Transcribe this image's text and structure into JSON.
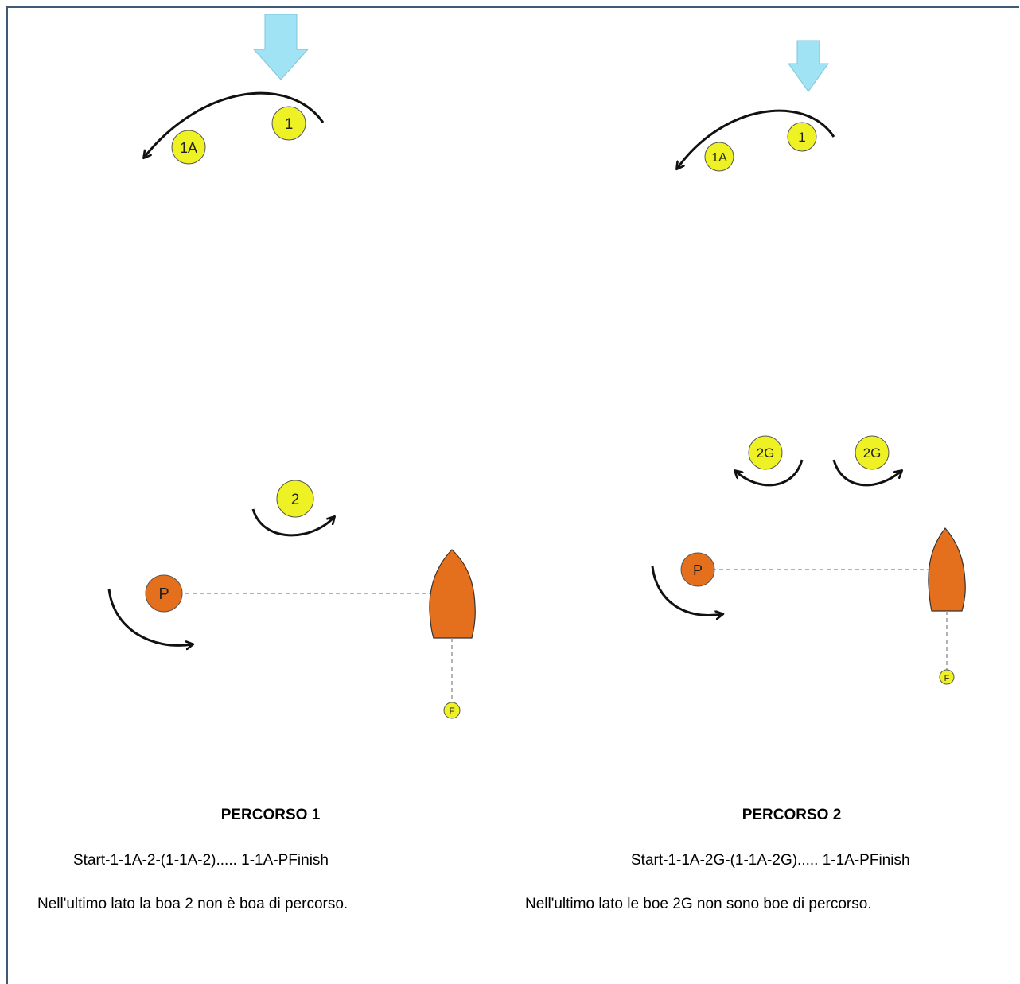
{
  "colors": {
    "wind_arrow": "#9fe3f4",
    "mark_yellow": "#eef224",
    "mark_orange": "#e4701d",
    "boat": "#e4701d",
    "frame_border": "#3f5a75",
    "dashed_line": "#9a9a9a"
  },
  "course1": {
    "title": "PERCORSO 1",
    "sequence": "Start-1-1A-2-(1-1A-2)..... 1-1A-PFinish",
    "note": "Nell'ultimo lato la boa 2 non è boa di percorso.",
    "marks": {
      "m1": "1",
      "m1a": "1A",
      "m2": "2",
      "pin": "P",
      "finish": "F"
    }
  },
  "course2": {
    "title": "PERCORSO 2",
    "sequence": "Start-1-1A-2G-(1-1A-2G)..... 1-1A-PFinish",
    "note": "Nell'ultimo lato le boe 2G non sono boe di percorso.",
    "marks": {
      "m1": "1",
      "m1a": "1A",
      "gate_left": "2G",
      "gate_right": "2G",
      "pin": "P",
      "finish": "F"
    }
  }
}
